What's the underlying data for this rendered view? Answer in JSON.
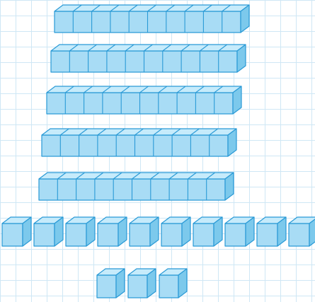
{
  "colors": {
    "grid": "#cfe7f5",
    "cube_front": "#a8dcf5",
    "cube_top": "#c6ebfb",
    "cube_side": "#7cc9ec",
    "cube_stroke": "#2a9ad6"
  },
  "figure": {
    "ten_rods": [
      {
        "units": 10
      },
      {
        "units": 10
      },
      {
        "units": 10
      },
      {
        "units": 10
      },
      {
        "units": 10
      }
    ],
    "loose_cubes_row": {
      "count": 10
    },
    "loose_cubes_small_row": {
      "count": 3
    }
  }
}
